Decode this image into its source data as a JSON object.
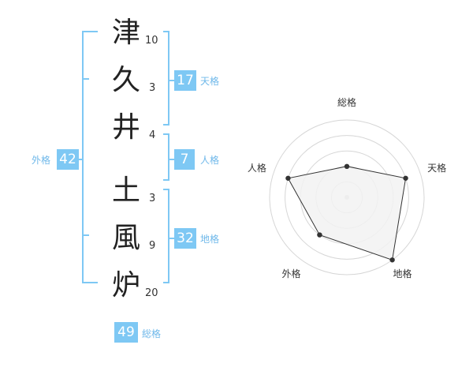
{
  "characters": [
    {
      "char": "津",
      "strokes": "10"
    },
    {
      "char": "久",
      "strokes": "3"
    },
    {
      "char": "井",
      "strokes": "4"
    },
    {
      "char": "土",
      "strokes": "3"
    },
    {
      "char": "風",
      "strokes": "9"
    },
    {
      "char": "炉",
      "strokes": "20"
    }
  ],
  "fortunes": {
    "tenkaku": {
      "value": "17",
      "label": "天格"
    },
    "jinkaku": {
      "value": "7",
      "label": "人格"
    },
    "chikaku": {
      "value": "32",
      "label": "地格"
    },
    "gaikaku": {
      "value": "42",
      "label": "外格"
    },
    "soukaku": {
      "value": "49",
      "label": "総格"
    }
  },
  "chart_data": {
    "type": "radar",
    "axes": [
      "総格",
      "天格",
      "地格",
      "外格",
      "人格"
    ],
    "values": [
      2,
      4,
      5,
      3,
      4
    ],
    "max": 5,
    "rings": 5,
    "colors": {
      "fill": "#f2f2f2",
      "stroke": "#333333",
      "ring": "#d6d6d6",
      "center": "#cfcfcf"
    }
  },
  "colors": {
    "bracket": "#7ec8f4",
    "badge": "#7ec8f4",
    "badge_label": "#6fb8ea"
  }
}
